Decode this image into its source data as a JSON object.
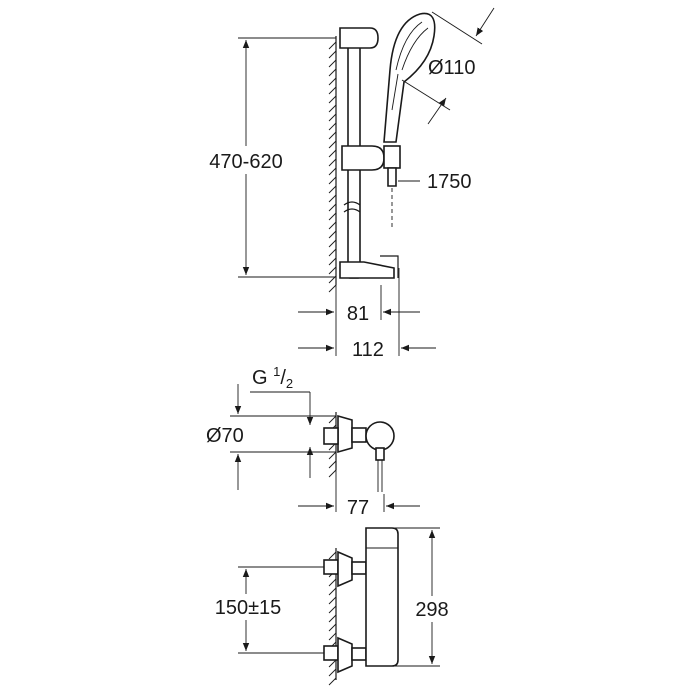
{
  "dimensions": {
    "rail_height": "470-620",
    "head_diameter": "Ø110",
    "hose_length": "1750",
    "rail_depth": "81",
    "total_depth": "112",
    "thread_prefix": "G ",
    "thread_num": "1",
    "thread_den": "2",
    "connection_diameter": "Ø70",
    "valve_depth": "77",
    "centers": "150±15",
    "valve_height": "298"
  },
  "colors": {
    "ink": "#1a1a1a",
    "background": "#ffffff"
  }
}
